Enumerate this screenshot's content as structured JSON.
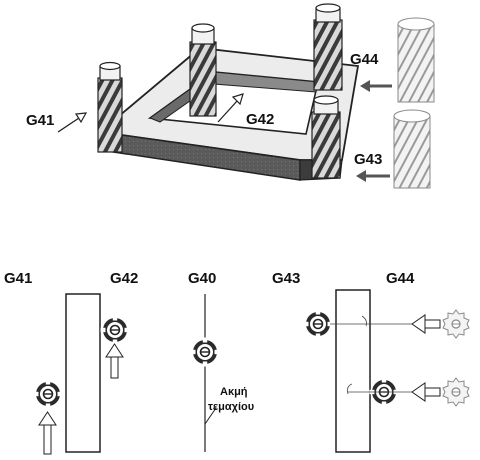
{
  "top_figure": {
    "labels": {
      "g41": "G41",
      "g42": "G42",
      "g43": "G43",
      "g44": "G44"
    }
  },
  "bottom_figure": {
    "labels": {
      "g41": "G41",
      "g42": "G42",
      "g40": "G40",
      "g43": "G43",
      "g44": "G44"
    },
    "edge_label_line1": "Ακμή",
    "edge_label_line2": "τεμαχίου"
  }
}
